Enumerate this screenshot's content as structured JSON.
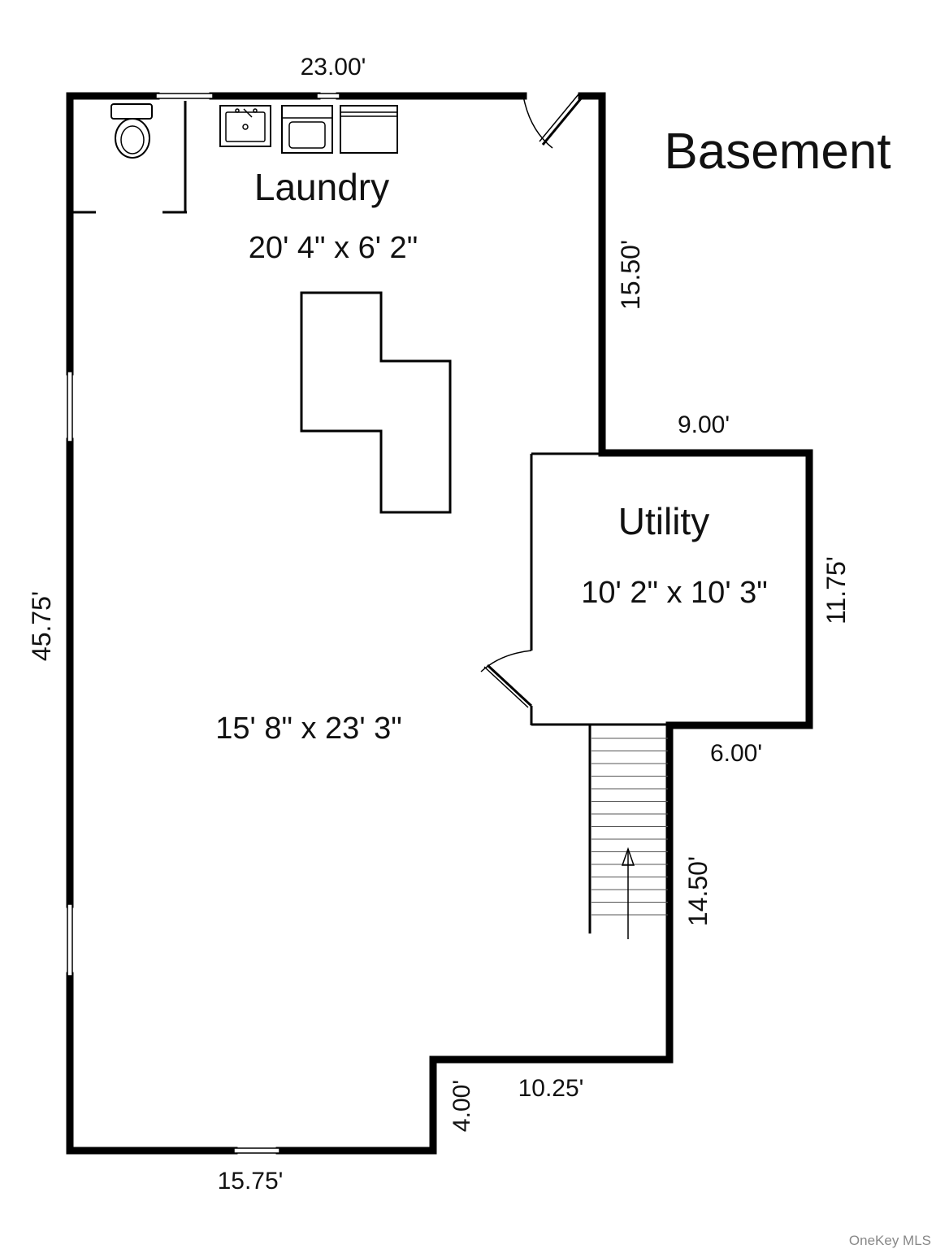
{
  "floor_title": "Basement",
  "rooms": {
    "laundry": {
      "name": "Laundry",
      "size": "20' 4\" x 6' 2\""
    },
    "main": {
      "size": "15' 8\" x 23' 3\""
    },
    "utility": {
      "name": "Utility",
      "size": "10' 2\" x 10' 3\""
    }
  },
  "dimensions": {
    "top": "23.00'",
    "left": "45.75'",
    "right_upper": "15.50'",
    "utility_top": "9.00'",
    "utility_right": "11.75'",
    "stair_bottom": "6.00'",
    "stair_right": "14.50'",
    "notch_bottom": "10.25'",
    "notch_left": "4.00'",
    "bottom": "15.75'"
  },
  "watermark": "OneKey MLS"
}
